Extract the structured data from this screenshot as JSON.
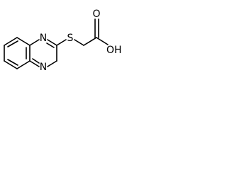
{
  "structure": {
    "atoms": {
      "n_upper": "N",
      "n_lower": "N",
      "sulfur": "S",
      "oxygen_carbonyl": "O",
      "hydroxyl": "OH"
    },
    "colors": {
      "bond": "#000000",
      "label": "#000000",
      "background": "#ffffff"
    }
  }
}
